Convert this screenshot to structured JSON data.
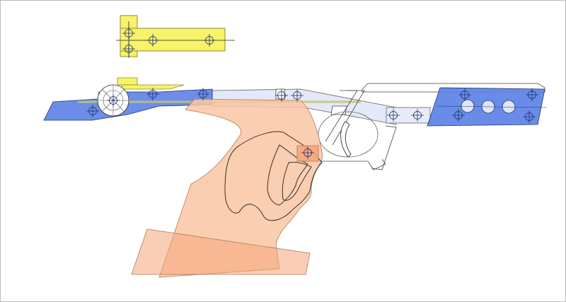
{
  "diagram": {
    "colors": {
      "background": "#ffffff",
      "frame_border": "#bbbbbb",
      "yellow_part": "#f7f36a",
      "yellow_stroke": "#8f8a2e",
      "blue_part": "#5c82e6",
      "blue_light": "#dfe4f7",
      "blue_stroke": "#1f3370",
      "grip_fill": "#f9c6a3",
      "grip_fill_dark": "#f4a67a",
      "outline": "#222222",
      "mark": "#1c2f6b"
    },
    "parts": [
      "mounting-plate",
      "front-rail",
      "slide",
      "barrel-weight",
      "grip",
      "palm-shelf",
      "trigger-guard",
      "trigger",
      "rear-sight-housing",
      "front-sight",
      "hinge-wheel"
    ]
  }
}
